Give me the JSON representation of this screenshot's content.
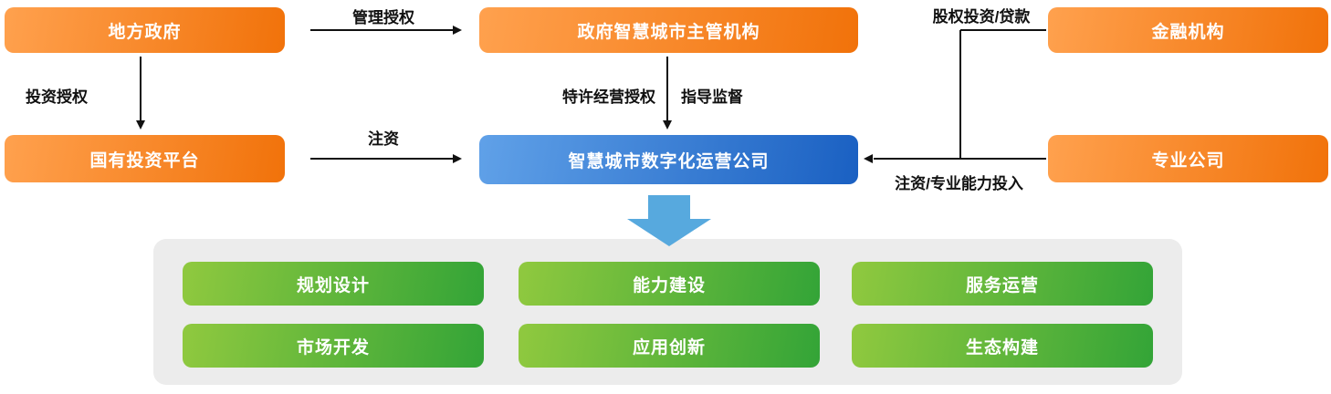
{
  "diagram": {
    "nodes": {
      "local_government": "地方政府",
      "gov_smart_city_authority": "政府智慧城市主管机构",
      "financial_institution": "金融机构",
      "state_owned_investment_platform": "国有投资平台",
      "smart_city_operations_company": "智慧城市数字化运营公司",
      "professional_company": "专业公司"
    },
    "edges": {
      "management_authorization": "管理授权",
      "equity_investment_loan": "股权投资/贷款",
      "investment_authorization": "投资授权",
      "franchise_authorization": "特许经营授权",
      "guidance_supervision": "指导监督",
      "capital_injection": "注资",
      "capital_and_capability_input": "注资/专业能力投入"
    },
    "modules": [
      "规划设计",
      "能力建设",
      "服务运营",
      "市场开发",
      "应用创新",
      "生态构建"
    ],
    "colors": {
      "orange_gradient_start": "#FFA14E",
      "orange_gradient_end": "#F1720A",
      "blue_gradient_start": "#60A1E8",
      "blue_gradient_end": "#1A60C2",
      "green_gradient_start": "#90C93F",
      "green_gradient_end": "#33A437",
      "panel_background": "#ECECEC",
      "big_arrow": "#57A9DE",
      "connector": "#111111"
    }
  }
}
